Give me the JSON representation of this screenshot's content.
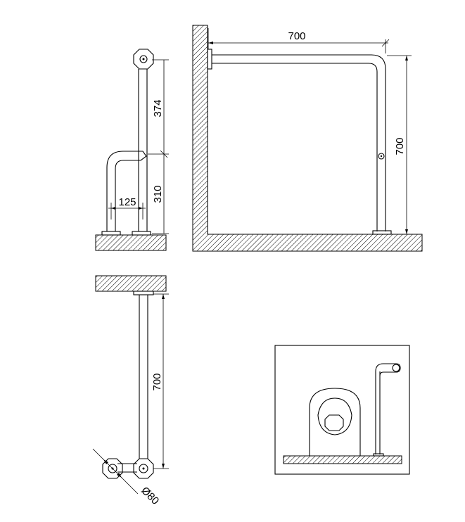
{
  "dimensions": {
    "side_upper_height": "374",
    "side_lower_height": "310",
    "side_gap": "125",
    "front_width": "700",
    "front_height": "700",
    "plan_length": "700",
    "base_diameter": "Ø80"
  },
  "colors": {
    "line": "#000000",
    "background": "#ffffff"
  }
}
